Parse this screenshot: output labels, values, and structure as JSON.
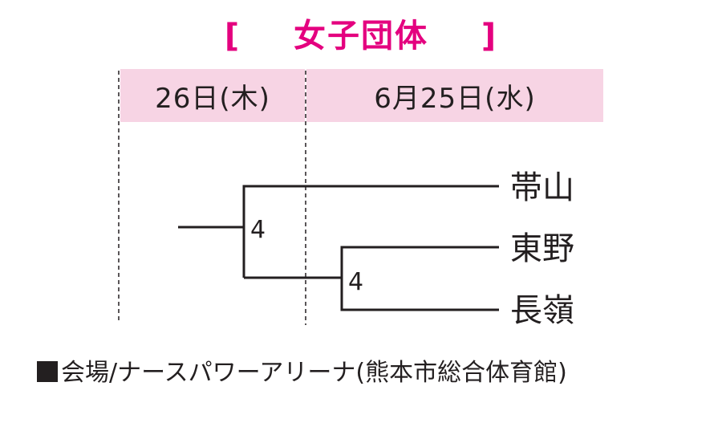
{
  "title": {
    "bracket_open": "[",
    "text": "女子団体",
    "bracket_close": "]"
  },
  "days": [
    {
      "label": "26日(木)"
    },
    {
      "label": "6月25日(水)"
    }
  ],
  "teams": [
    "帯山",
    "東野",
    "長嶺"
  ],
  "scores": {
    "semifinal": "4",
    "final": "4"
  },
  "venue": {
    "marker": "■",
    "text": "会場/ナースパワーアリーナ(熊本市総合体育館)"
  },
  "colors": {
    "title": "#e4007f",
    "band": "#f7d4e4",
    "line": "#231f20",
    "text": "#231f20"
  }
}
